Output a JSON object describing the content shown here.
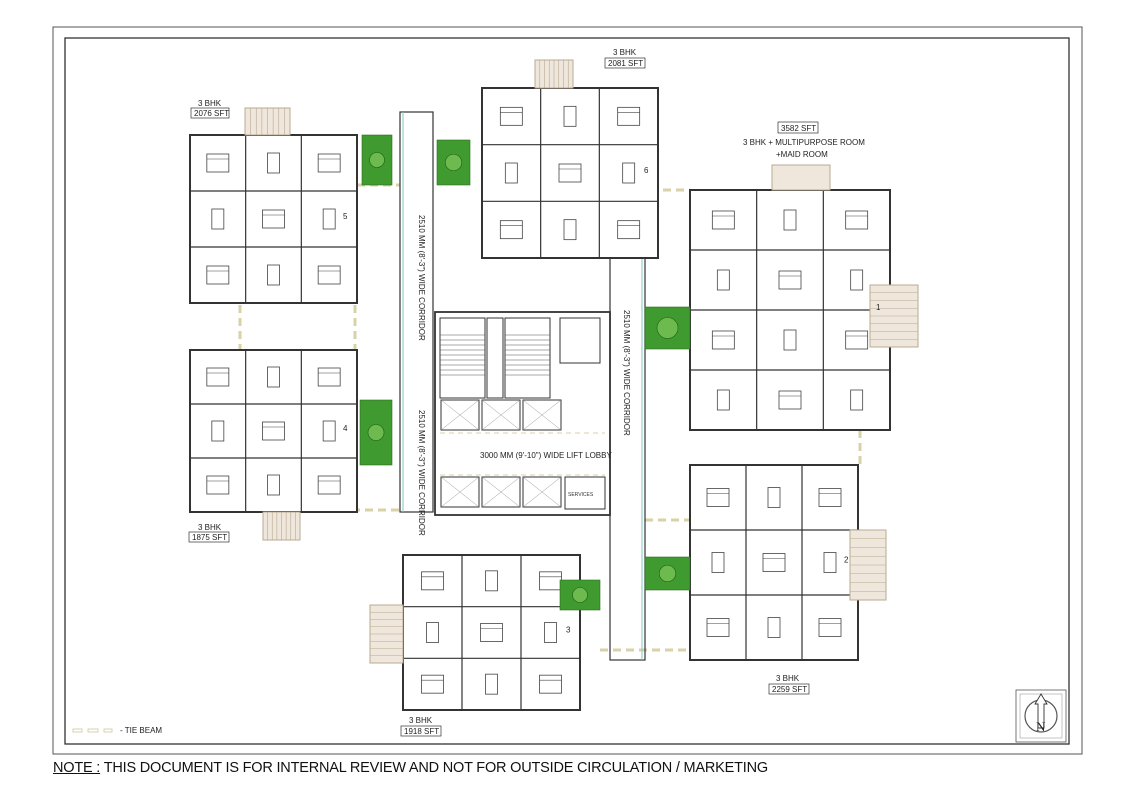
{
  "units": [
    {
      "id": "top-left",
      "type": "3 BHK",
      "area": "2076 SFT",
      "number": "5"
    },
    {
      "id": "mid-left",
      "type": "3 BHK",
      "area": "1875 SFT",
      "number": "4"
    },
    {
      "id": "top-center",
      "type": "3 BHK",
      "area": "2081 SFT",
      "number": "6"
    },
    {
      "id": "right-top",
      "type": "3 BHK + MULTIPURPOSE ROOM",
      "type2": "+MAID ROOM",
      "area": "3582 SFT",
      "number": "1"
    },
    {
      "id": "right-bottom",
      "type": "3 BHK",
      "area": "2259 SFT",
      "number": "2"
    },
    {
      "id": "bottom-center",
      "type": "3 BHK",
      "area": "1918 SFT",
      "number": "3"
    }
  ],
  "core": {
    "corridor_left_top": "2510 MM (8'-3\") WIDE CORRIDOR",
    "corridor_left_bottom": "2510 MM (8'-3\") WIDE CORRIDOR",
    "corridor_right": "2510 MM (8'-3\") WIDE CORRIDOR",
    "lift_lobby": "3000 MM (9'-10\") WIDE LIFT LOBBY",
    "services": "SERVICES"
  },
  "legend": {
    "tie_beam": "- TIE BEAM"
  },
  "north_arrow": {
    "letter": "N",
    "icon": "north-arrow-icon"
  },
  "note": {
    "prefix": "NOTE :",
    "text": " THIS DOCUMENT IS FOR INTERNAL REVIEW AND NOT FOR OUTSIDE CIRCULATION / MARKETING"
  },
  "colors": {
    "wall": "#333333",
    "garden": "#3f9a2f",
    "balcony": "#b8a890",
    "glass": "#7fc9c0",
    "tie_beam": "#d8d2a8"
  }
}
